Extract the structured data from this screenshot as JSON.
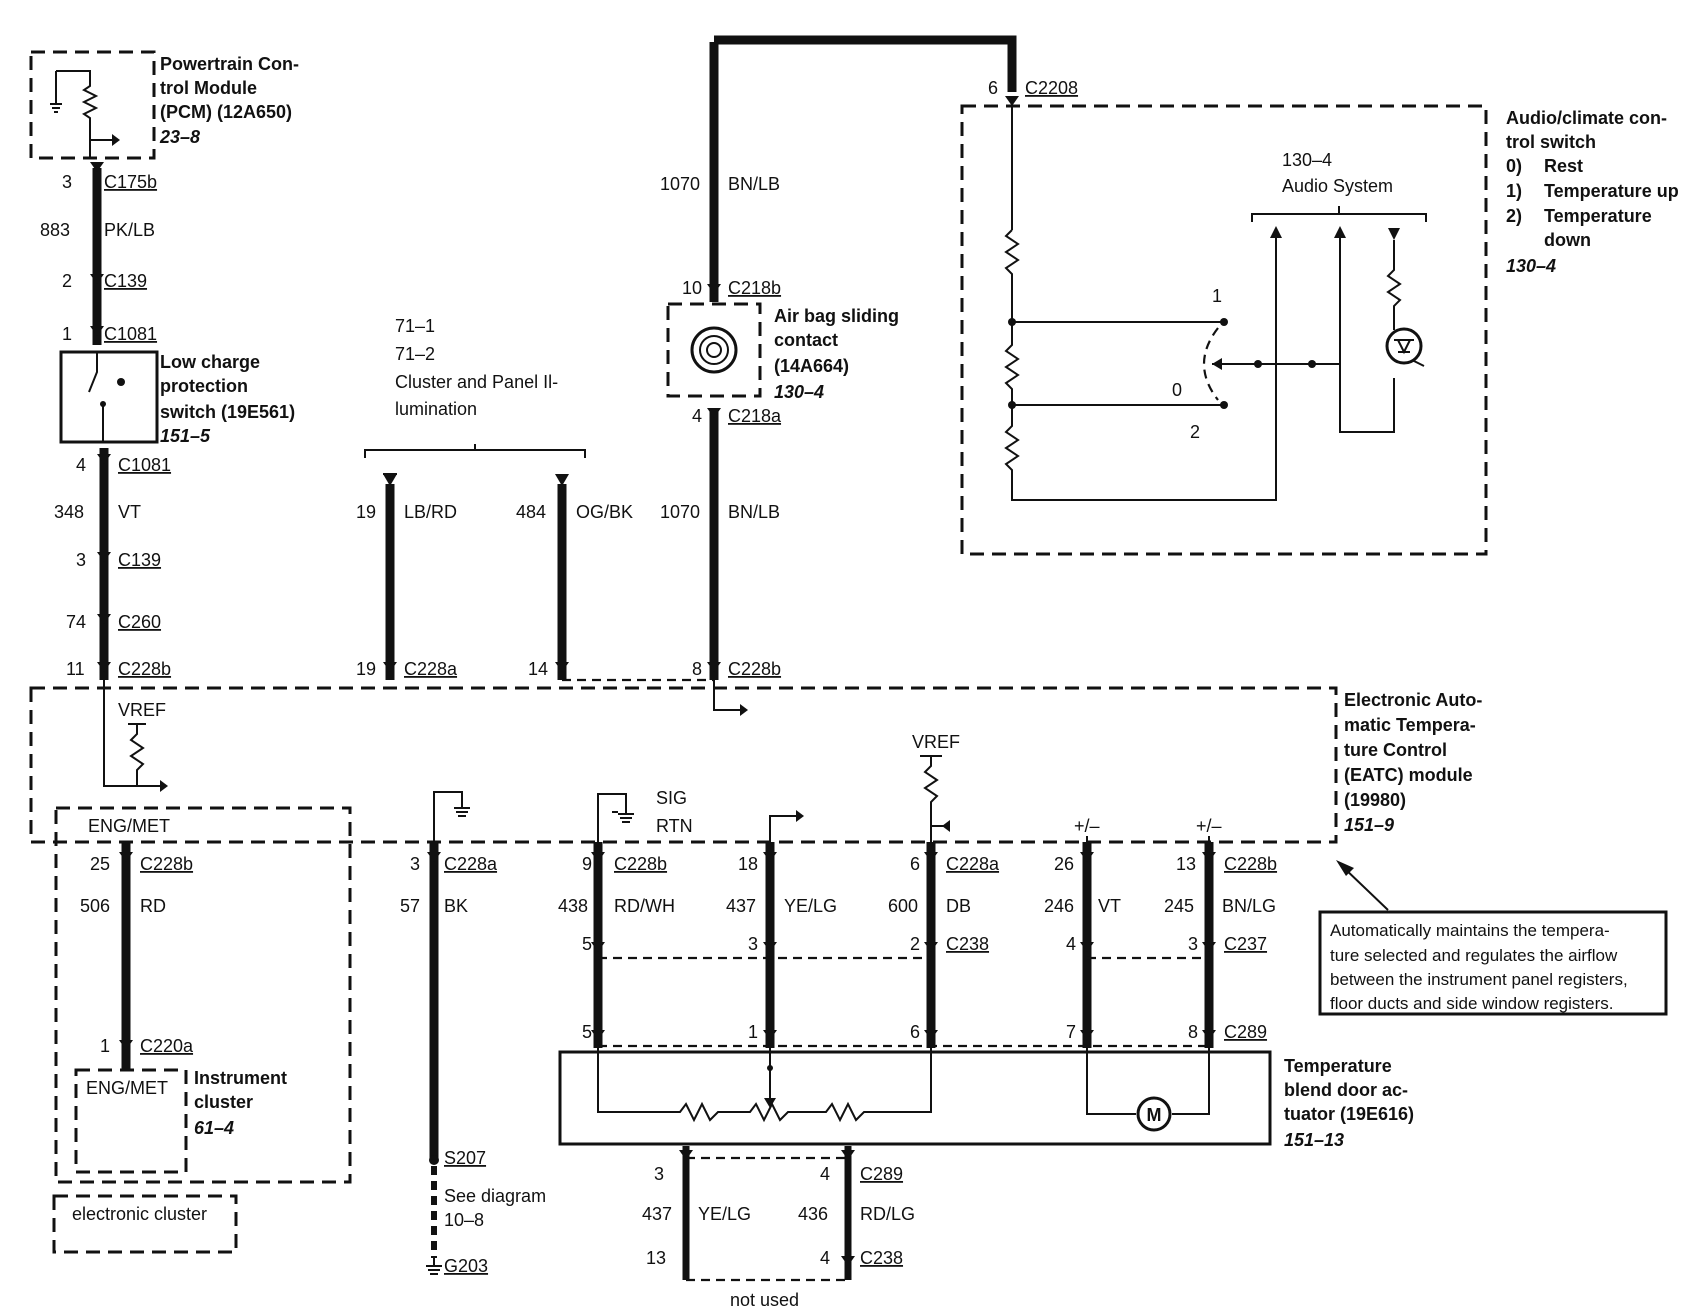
{
  "pcm": {
    "title": [
      "Powertrain Con-",
      "trol Module",
      "(PCM) (12A650)"
    ],
    "ref": "23–8"
  },
  "wire_pcm": {
    "pin_top": "3",
    "conn_top": "C175b",
    "circuit": "883",
    "color": "PK/LB",
    "pin2": "2",
    "conn2": "C139",
    "pin3": "1",
    "conn3": "C1081"
  },
  "low_charge": {
    "title": [
      "Low charge",
      "protection",
      "switch (19E561)"
    ],
    "ref": "151–5"
  },
  "wire_vt": {
    "pin1": "4",
    "conn1": "C1081",
    "circuit": "348",
    "color": "VT",
    "pin2": "3",
    "conn2": "C139",
    "pin3": "74",
    "conn3": "C260",
    "pin4": "11",
    "conn4": "C228b"
  },
  "cluster_illum": {
    "refs": [
      "71–1",
      "71–2"
    ],
    "title": [
      "Cluster and Panel Il-",
      "lumination"
    ]
  },
  "wire_lbrd": {
    "circuit": "19",
    "color": "LB/RD",
    "pin": "19",
    "conn": "C228a"
  },
  "wire_ogbk": {
    "circuit": "484",
    "color": "OG/BK",
    "pin": "14"
  },
  "wire_bnlb": {
    "circuit_top": "1070",
    "color_top": "BN/LB",
    "pin_a": "10",
    "conn_a": "C218b",
    "pin_b": "4",
    "conn_b": "C218a",
    "circuit_bot": "1070",
    "color_bot": "BN/LB",
    "pin_c": "8",
    "conn_c": "C228b"
  },
  "airbag": {
    "title": [
      "Air bag sliding",
      "contact",
      "(14A664)"
    ],
    "ref": "130–4"
  },
  "c2208": {
    "pin": "6",
    "conn": "C2208"
  },
  "audio_switch": {
    "title": [
      "Audio/climate con-",
      "trol switch"
    ],
    "items": [
      [
        "0)",
        "Rest"
      ],
      [
        "1)",
        "Temperature up"
      ],
      [
        "2)",
        "Temperature"
      ]
    ],
    "item_cont": "down",
    "ref": "130–4"
  },
  "audio_system": {
    "ref": "130–4",
    "label": "Audio System",
    "pos1": "1",
    "pos0": "0",
    "pos2": "2"
  },
  "eatc": {
    "title": [
      "Electronic Auto-",
      "matic Tempera-",
      "ture Control",
      "(EATC) module",
      "(19980)"
    ],
    "ref": "151–9",
    "vref1": "VREF",
    "vref2": "VREF",
    "sig": "SIG",
    "rtn": "RTN",
    "engmet": "ENG/MET",
    "pm1": "+/–",
    "pm2": "+/–"
  },
  "note": [
    "Automatically maintains the tempera-",
    "ture selected and regulates the airflow",
    "between the instrument panel registers,",
    "floor ducts and side window registers."
  ],
  "wire_rd": {
    "pin1": "25",
    "conn1": "C228b",
    "circuit": "506",
    "color": "RD",
    "pin2": "1",
    "conn2": "C220a"
  },
  "instrument": {
    "inner": "ENG/MET",
    "title": [
      "Instrument",
      "cluster"
    ],
    "ref": "61–4"
  },
  "electronic_cluster": "electronic cluster",
  "wire_bk": {
    "pin": "3",
    "conn": "C228a",
    "circuit": "57",
    "color": "BK",
    "splice": "S207",
    "see": [
      "See diagram",
      "10–8"
    ],
    "ground": "G203"
  },
  "wire_rdwh": {
    "pin": "9",
    "conn": "C228b",
    "circuit": "438",
    "color": "RD/WH",
    "pin2": "5",
    "pin3": "5"
  },
  "wire_yelg": {
    "pin": "18",
    "circuit": "437",
    "color": "YE/LG",
    "pin2": "3",
    "pin3": "1"
  },
  "wire_db": {
    "pin": "6",
    "conn": "C228a",
    "circuit": "600",
    "color": "DB",
    "pin2": "2",
    "conn2": "C238",
    "pin3": "6"
  },
  "wire_vt2": {
    "pin": "26",
    "circuit": "246",
    "color": "VT",
    "pin2": "4",
    "pin3": "7"
  },
  "wire_bnlg": {
    "pin": "13",
    "conn": "C228b",
    "circuit": "245",
    "color": "BN/LG",
    "pin2": "3",
    "conn2": "C237",
    "pin3": "8",
    "conn3": "C289"
  },
  "actuator": {
    "title": [
      "Temperature",
      "blend door ac-",
      "tuator (19E616)"
    ],
    "ref": "151–13",
    "motor": "M"
  },
  "not_used": {
    "pin_l1": "3",
    "pin_r1": "4",
    "conn1": "C289",
    "circuit_l": "437",
    "color_l": "YE/LG",
    "circuit_r": "436",
    "color_r": "RD/LG",
    "pin_l2": "13",
    "pin_r2": "4",
    "conn2": "C238",
    "label": "not used"
  }
}
